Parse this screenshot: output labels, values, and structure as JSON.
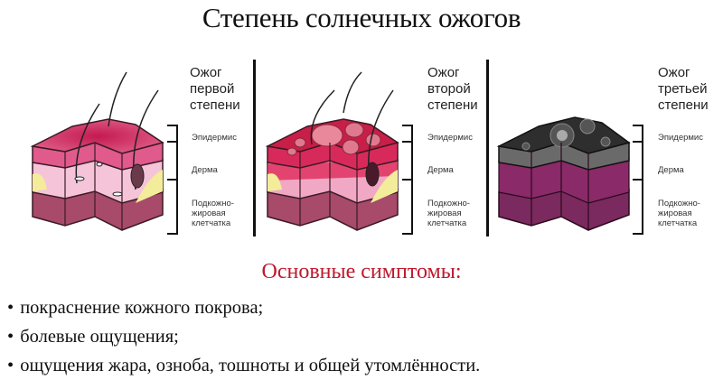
{
  "title": "Степень солнечных ожогов",
  "panels": [
    {
      "title_lines": [
        "Ожог",
        "первой",
        "степени"
      ],
      "degree": "first",
      "colors": {
        "top": "#c8285a",
        "epidermis": "#e05a8c",
        "dermis": "#f5c4d8",
        "fat": "#f3ec9a",
        "subq": "#a84a6a"
      }
    },
    {
      "title_lines": [
        "Ожог",
        "второй",
        "степени"
      ],
      "degree": "second",
      "colors": {
        "top": "#c81e48",
        "epidermis": "#d82a5a",
        "dermis": "#f0a8c4",
        "fat": "#f3ec9a",
        "subq": "#a84a6a"
      }
    },
    {
      "title_lines": [
        "Ожог",
        "третьей",
        "степени"
      ],
      "degree": "third",
      "colors": {
        "top": "#3a3a3a",
        "epidermis": "#5a5a5a",
        "dermis": "#8a2a68",
        "fat": "#8a2a68",
        "subq": "#7a2a5e"
      }
    }
  ],
  "layer_labels": {
    "epidermis": "Эпидермис",
    "dermis": "Дерма",
    "subcutaneous_lines": [
      "Подкожно-",
      "жировая",
      "клетчатка"
    ]
  },
  "symptoms": {
    "title": "Основные симптомы:",
    "title_color": "#c0182d",
    "items": [
      "покраснение кожного покрова;",
      "болевые ощущения;",
      "ощущения жара, озноба, тошноты и общей утомлённости."
    ],
    "bullet": "•"
  }
}
